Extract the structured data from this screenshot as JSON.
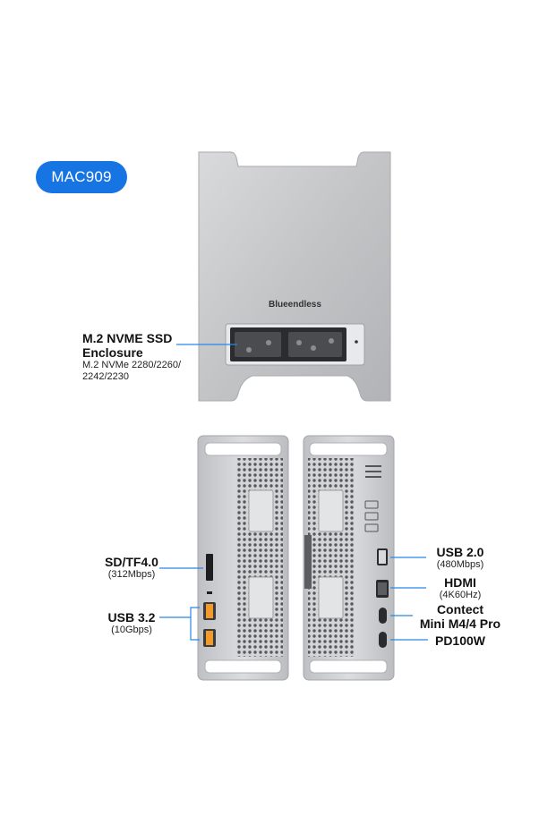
{
  "badge": {
    "label": "MAC909"
  },
  "device_top": {
    "brand": "Blueendless"
  },
  "labels": {
    "ssd": {
      "title_line1": "M.2 NVME SSD",
      "title_line2": "Enclosure",
      "sub_line1": "M.2 NVMe 2280/2260/",
      "sub_line2": "2242/2230"
    },
    "sd": {
      "title": "SD/TF4.0",
      "sub": "(312Mbps)"
    },
    "usb32": {
      "title": "USB 3.2",
      "sub": "(10Gbps)"
    },
    "usb20": {
      "title": "USB 2.0",
      "sub": "(480Mbps)"
    },
    "hdmi": {
      "title": "HDMI",
      "sub": "(4K60Hz)"
    },
    "contect": {
      "title_line1": "Contect",
      "title_line2": "Mini M4/4 Pro"
    },
    "pd": {
      "title": "PD100W"
    }
  },
  "colors": {
    "accent": "#1774e3",
    "callout_line": "#2a86e8",
    "aluminum": "#c9cacc"
  }
}
